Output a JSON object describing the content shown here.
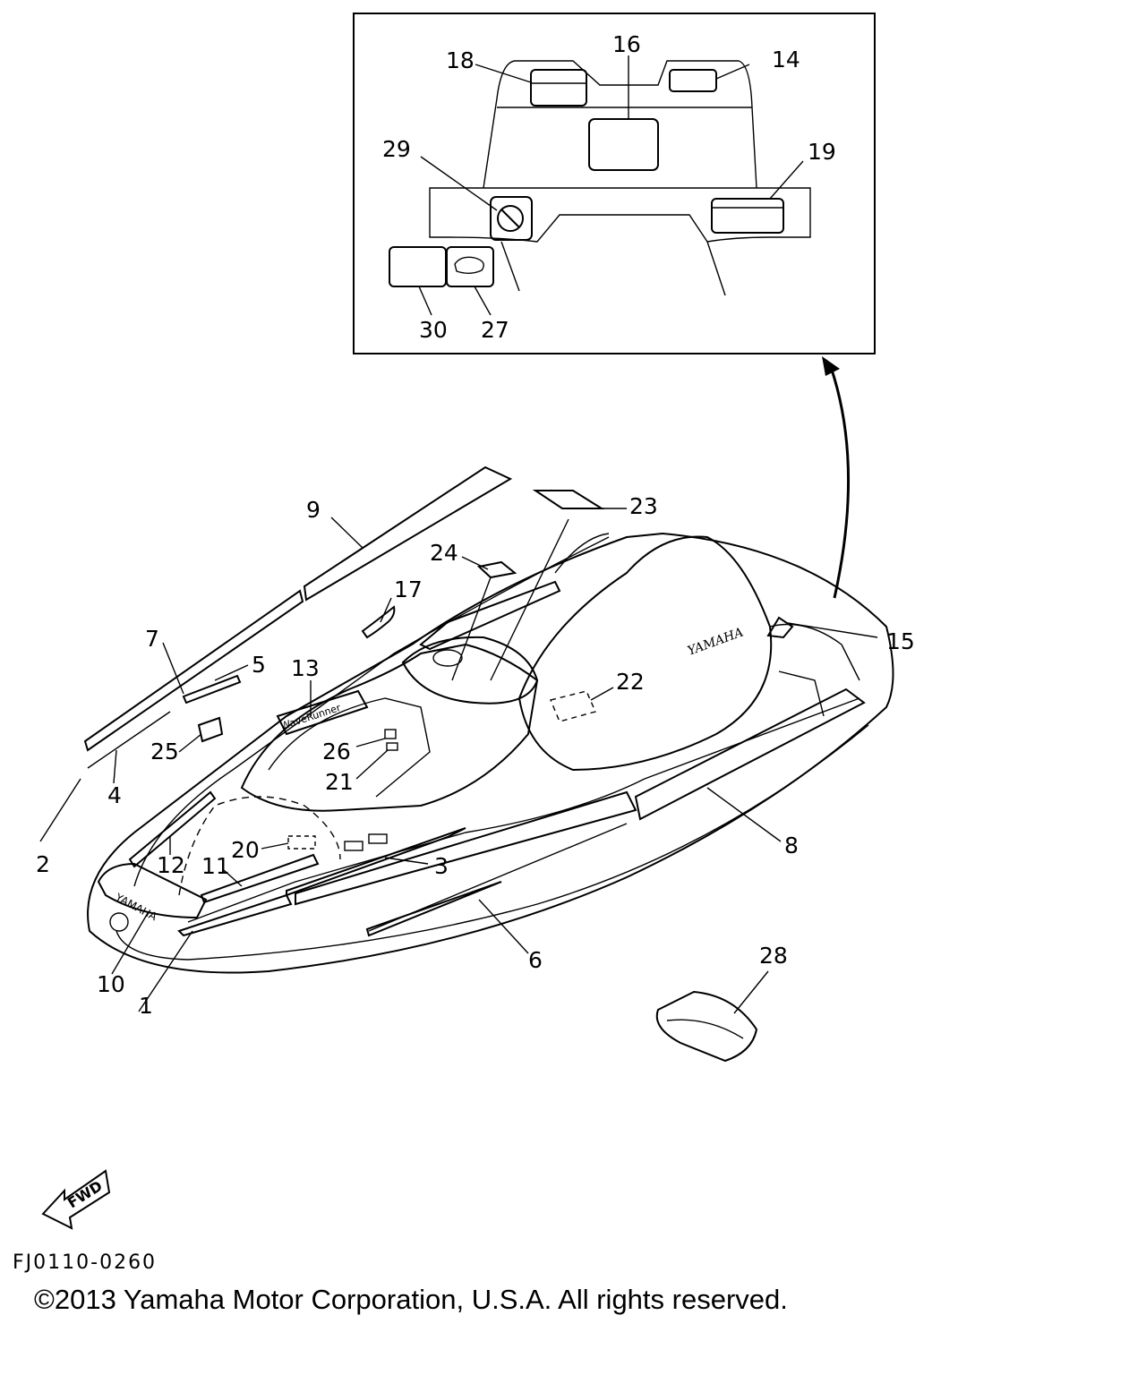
{
  "callouts": {
    "c1": "1",
    "c2": "2",
    "c3": "3",
    "c4": "4",
    "c5": "5",
    "c6": "6",
    "c7": "7",
    "c8": "8",
    "c9": "9",
    "c10": "10",
    "c11": "11",
    "c12": "12",
    "c13": "13",
    "c14": "14",
    "c15": "15",
    "c16": "16",
    "c17": "17",
    "c18": "18",
    "c19": "19",
    "c20": "20",
    "c21": "21",
    "c22": "22",
    "c23": "23",
    "c24": "24",
    "c25": "25",
    "c26": "26",
    "c27": "27",
    "c28": "28",
    "c29": "29",
    "c30": "30"
  },
  "hull_brand_text": "YAMAHA",
  "hood_brand_text": "YAMAHA",
  "decal_text": "WaveRunner",
  "fwd_label": "FWD",
  "diagram_code": "FJ0110-0260",
  "copyright": "©2013 Yamaha Motor Corporation, U.S.A. All rights reserved."
}
